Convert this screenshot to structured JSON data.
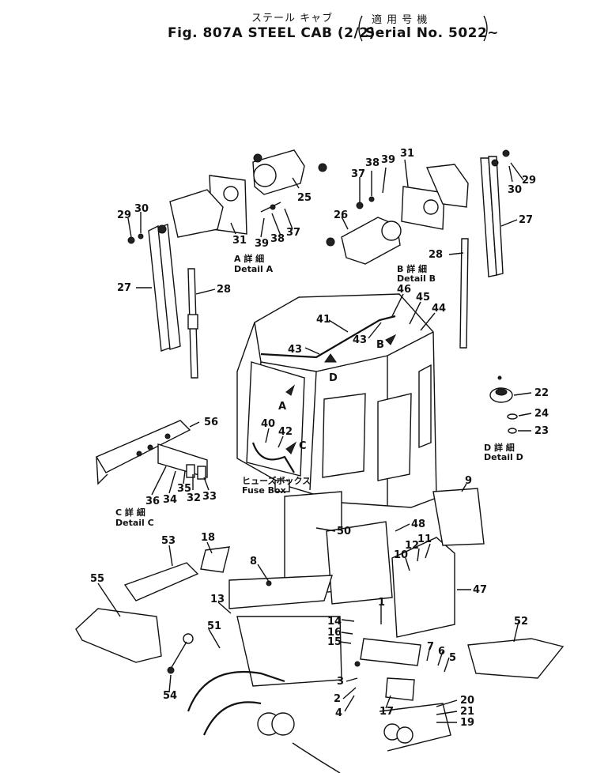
{
  "header": {
    "jp_title": "ステール キャブ",
    "fig_title": "Fig. 807A   STEEL CAB (2/2)",
    "jp_serial": "適 用 号 機",
    "serial": "Serial No. 5022~"
  },
  "details": {
    "a_jp": "A 詳 細",
    "a": "Detail A",
    "b_jp": "B 詳 細",
    "b": "Detail B",
    "c_jp": "C 詳 細",
    "c": "Detail C",
    "d_jp": "D 詳 細",
    "d": "Detail D",
    "fuse_jp": "ヒューズボックス",
    "fuse": "Fuse Box"
  },
  "view_letters": [
    "A",
    "B",
    "C",
    "D"
  ],
  "callouts": [
    {
      "id": "c25",
      "text": "25"
    },
    {
      "id": "c26",
      "text": "26"
    },
    {
      "id": "c27a",
      "text": "27"
    },
    {
      "id": "c27b",
      "text": "27"
    },
    {
      "id": "c28a",
      "text": "28"
    },
    {
      "id": "c28b",
      "text": "28"
    },
    {
      "id": "c29a",
      "text": "29"
    },
    {
      "id": "c29b",
      "text": "29"
    },
    {
      "id": "c30a",
      "text": "30"
    },
    {
      "id": "c30b",
      "text": "30"
    },
    {
      "id": "c31a",
      "text": "31"
    },
    {
      "id": "c31b",
      "text": "31"
    },
    {
      "id": "c37a",
      "text": "37"
    },
    {
      "id": "c37b",
      "text": "37"
    },
    {
      "id": "c38a",
      "text": "38"
    },
    {
      "id": "c38b",
      "text": "38"
    },
    {
      "id": "c39a",
      "text": "39"
    },
    {
      "id": "c39b",
      "text": "39"
    },
    {
      "id": "c41",
      "text": "41"
    },
    {
      "id": "c43a",
      "text": "43"
    },
    {
      "id": "c43b",
      "text": "43"
    },
    {
      "id": "c44",
      "text": "44"
    },
    {
      "id": "c45",
      "text": "45"
    },
    {
      "id": "c46",
      "text": "46"
    },
    {
      "id": "c40",
      "text": "40"
    },
    {
      "id": "c42",
      "text": "42"
    },
    {
      "id": "c56",
      "text": "56"
    },
    {
      "id": "c36",
      "text": "36"
    },
    {
      "id": "c34",
      "text": "34"
    },
    {
      "id": "c35",
      "text": "35"
    },
    {
      "id": "c32",
      "text": "32"
    },
    {
      "id": "c33",
      "text": "33"
    },
    {
      "id": "c22",
      "text": "22"
    },
    {
      "id": "c24",
      "text": "24"
    },
    {
      "id": "c23",
      "text": "23"
    },
    {
      "id": "c9",
      "text": "9"
    },
    {
      "id": "c50",
      "text": "50"
    },
    {
      "id": "c48",
      "text": "48"
    },
    {
      "id": "c12",
      "text": "12"
    },
    {
      "id": "c11",
      "text": "11"
    },
    {
      "id": "c10",
      "text": "10"
    },
    {
      "id": "c47",
      "text": "47"
    },
    {
      "id": "c53",
      "text": "53"
    },
    {
      "id": "c18",
      "text": "18"
    },
    {
      "id": "c8",
      "text": "8"
    },
    {
      "id": "c55",
      "text": "55"
    },
    {
      "id": "c13",
      "text": "13"
    },
    {
      "id": "c14",
      "text": "14"
    },
    {
      "id": "c16",
      "text": "16"
    },
    {
      "id": "c15",
      "text": "15"
    },
    {
      "id": "c1",
      "text": "1"
    },
    {
      "id": "c52",
      "text": "52"
    },
    {
      "id": "c51",
      "text": "51"
    },
    {
      "id": "c7",
      "text": "7"
    },
    {
      "id": "c6",
      "text": "6"
    },
    {
      "id": "c5",
      "text": "5"
    },
    {
      "id": "c3",
      "text": "3"
    },
    {
      "id": "c2",
      "text": "2"
    },
    {
      "id": "c4",
      "text": "4"
    },
    {
      "id": "c17",
      "text": "17"
    },
    {
      "id": "c54",
      "text": "54"
    },
    {
      "id": "c20",
      "text": "20"
    },
    {
      "id": "c21",
      "text": "21"
    },
    {
      "id": "c19",
      "text": "19"
    }
  ]
}
